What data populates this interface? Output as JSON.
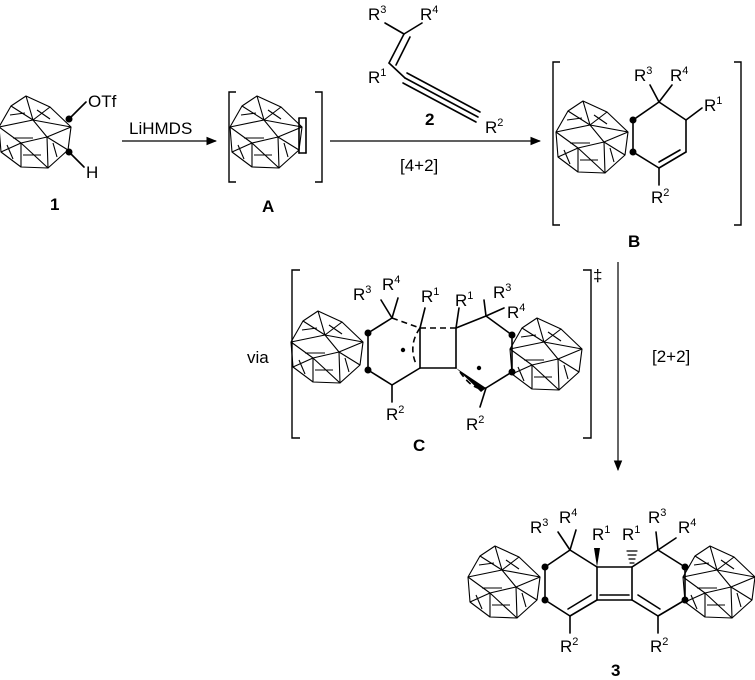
{
  "scheme": {
    "compound_1": {
      "label": "1",
      "otf": "OTf",
      "h": "H"
    },
    "step1": {
      "reagent": "LiHMDS"
    },
    "intermediate_A": {
      "label": "A"
    },
    "reagent_2": {
      "label": "2",
      "r1": "R",
      "r1_sup": "1",
      "r2": "R",
      "r2_sup": "2",
      "r3": "R",
      "r3_sup": "3",
      "r4": "R",
      "r4_sup": "4"
    },
    "step2": {
      "condition": "[4+2]"
    },
    "intermediate_B": {
      "label": "B"
    },
    "step3": {
      "condition": "[2+2]"
    },
    "transition_C": {
      "label": "C",
      "via": "via",
      "dagger": "‡"
    },
    "product_3": {
      "label": "3"
    },
    "substituent_R1": {
      "base": "R",
      "sup": "1"
    },
    "substituent_R2": {
      "base": "R",
      "sup": "2"
    },
    "substituent_R3": {
      "base": "R",
      "sup": "3"
    },
    "substituent_R4": {
      "base": "R",
      "sup": "4"
    }
  }
}
